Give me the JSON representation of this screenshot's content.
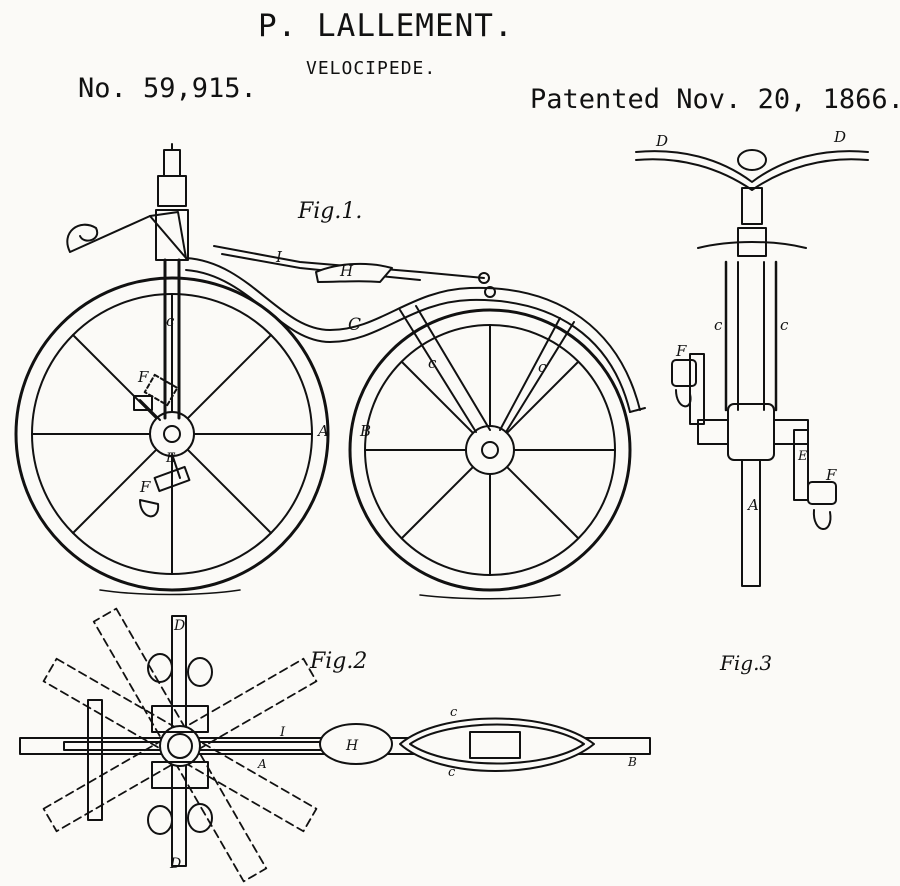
{
  "header": {
    "inventor": "P. LALLEMENT.",
    "title": "VELOCIPEDE.",
    "patent_number": "No. 59,915.",
    "patent_date": "Patented Nov. 20, 1866."
  },
  "figures": {
    "fig1_label": "Fig.1.",
    "fig2_label": "Fig.2",
    "fig3_label": "Fig.3"
  },
  "fig1_letters": {
    "I": "I",
    "H": "H",
    "C_frame": "C",
    "c_fork": "c",
    "c_rear1": "c",
    "c_rear2": "c",
    "F_top": "F",
    "F_bottom": "F",
    "A": "A",
    "B": "B",
    "E": "E"
  },
  "fig2_letters": {
    "D_top": "D",
    "D_bottom": "D",
    "I": "I",
    "H": "H",
    "c_top": "c",
    "c_bottom": "c",
    "A": "A",
    "B": "B"
  },
  "fig3_letters": {
    "D_left": "D",
    "D_right": "D",
    "c_left": "c",
    "c_right": "c",
    "F_left": "F",
    "F_right": "F",
    "E": "E",
    "A": "A"
  }
}
